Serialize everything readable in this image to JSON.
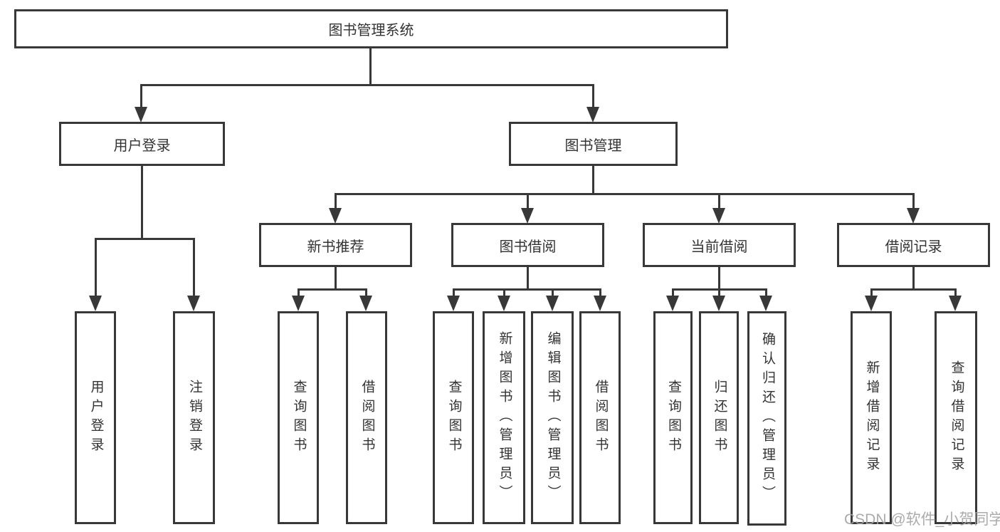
{
  "tree": {
    "root": "图书管理系统",
    "level2": {
      "user_login": "用户登录",
      "book_mgmt": "图书管理"
    },
    "level3": {
      "new_rec": "新书推荐",
      "borrow": "图书借阅",
      "current": "当前借阅",
      "records": "借阅记录"
    },
    "leaves": [
      "用户登录",
      "注销登录",
      "查询图书",
      "借阅图书",
      "查询图书",
      "新增图书（管理员）",
      "编辑图书（管理员）",
      "借阅图书",
      "查询图书",
      "归还图书",
      "确认归还（管理员）",
      "新增借阅记录",
      "查询借阅记录"
    ]
  },
  "watermark": "CSDN @软件_小贺同学",
  "colors": {
    "line": "#383838",
    "text": "#333333",
    "watermark": "#a3a3a3",
    "background": "#ffffff"
  }
}
